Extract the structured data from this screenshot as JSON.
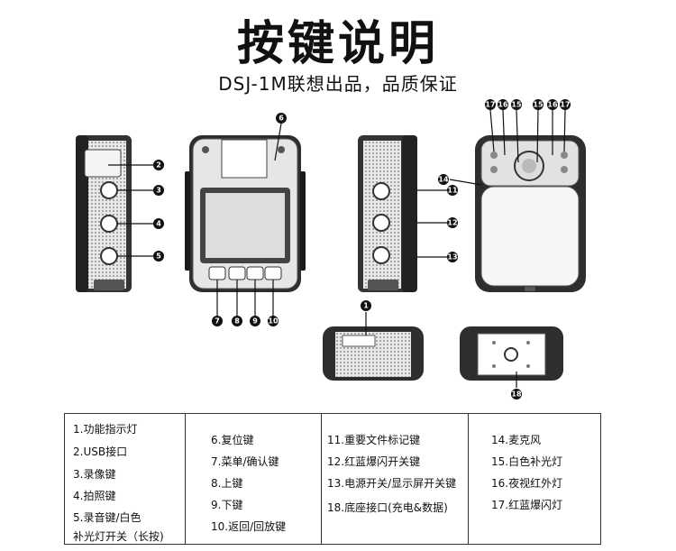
{
  "title": "按键说明",
  "subtitle": "DSJ-1M联想出品，品质保证",
  "callouts": [
    "1",
    "2",
    "3",
    "4",
    "5",
    "6",
    "7",
    "8",
    "9",
    "10",
    "11",
    "12",
    "13",
    "14",
    "15",
    "16",
    "17",
    "18"
  ],
  "legend": {
    "col1": [
      "1.功能指示灯",
      "2.USB接口",
      "3.录像键",
      "4.拍照键",
      "5.录音键/白色",
      "补光灯开关（长按)"
    ],
    "col2": [
      "6.复位键",
      "7.菜单/确认键",
      "8.上键",
      "9.下键",
      "10.返回/回放键"
    ],
    "col3": [
      "11.重要文件标记键",
      "12.红蓝爆闪开关键",
      "13.电源开关/显示屏开关键",
      "18.底座接口(充电&数据)"
    ],
    "col4": [
      "14.麦克风",
      "15.白色补光灯",
      "16.夜视红外灯",
      "17.红蓝爆闪灯"
    ]
  }
}
